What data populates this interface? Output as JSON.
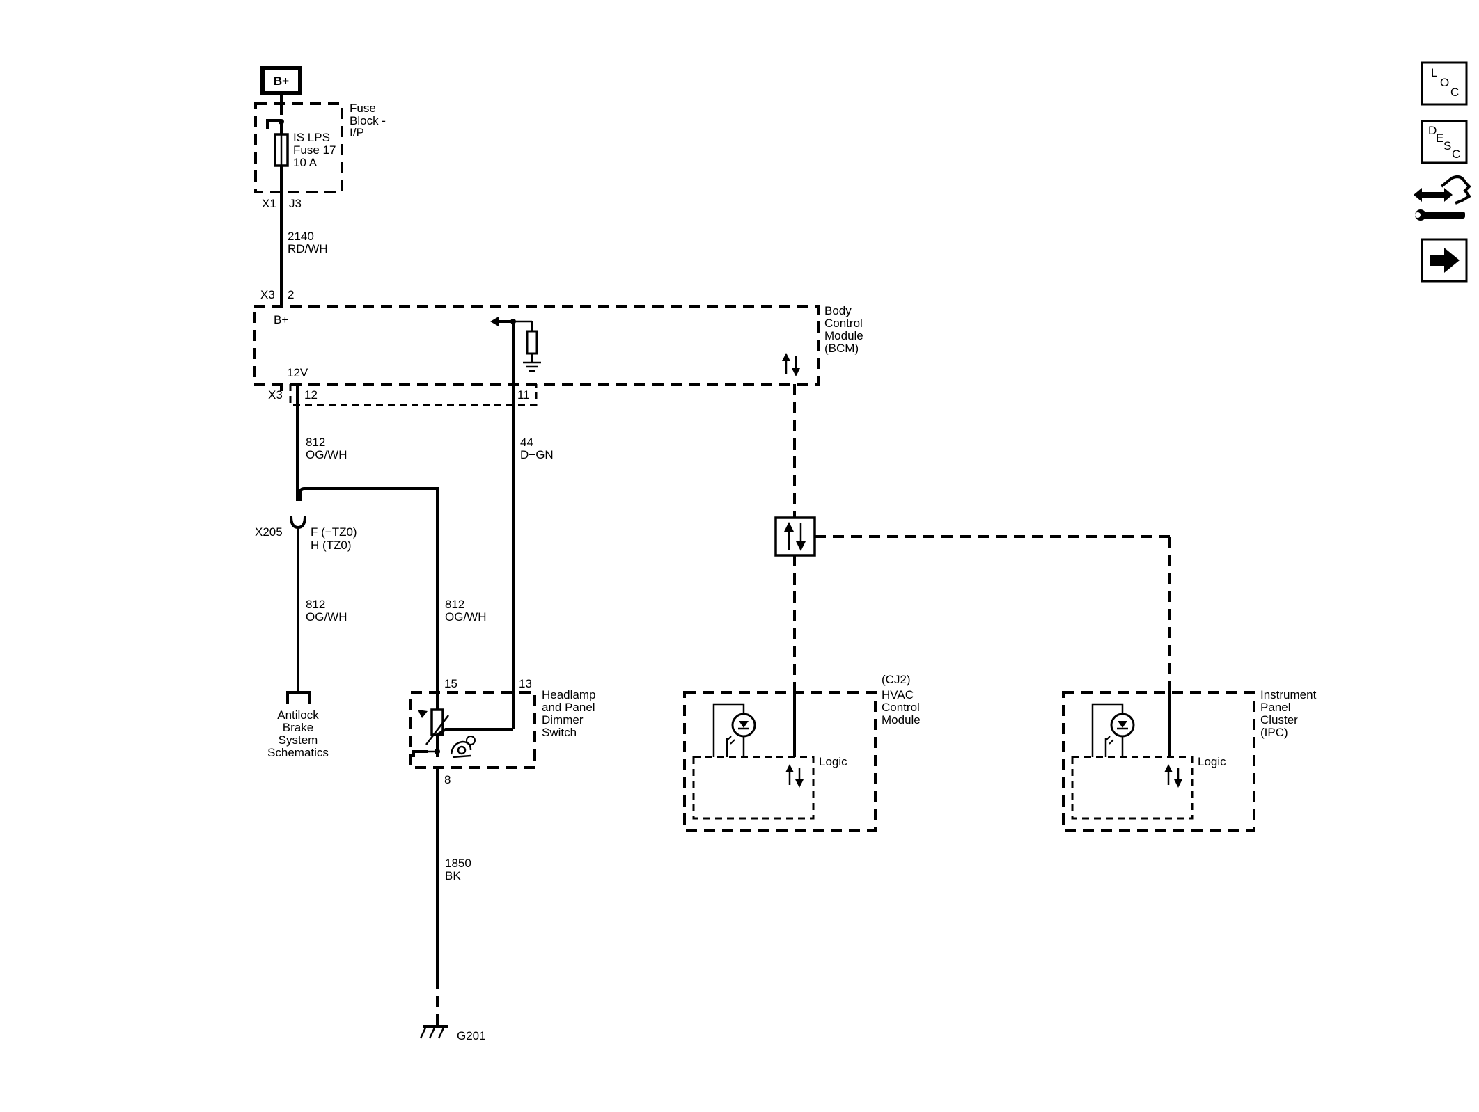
{
  "power": {
    "bplus": "B+"
  },
  "fuse_block": {
    "label": [
      "Fuse",
      "Block -",
      "I/P"
    ],
    "fuse": [
      "IS LPS",
      "Fuse 17",
      "10 A"
    ],
    "connector": "X1",
    "pin": "J3"
  },
  "wire_2140": {
    "circuit": "2140",
    "color": "RD/WH"
  },
  "bcm": {
    "label": [
      "Body",
      "Control",
      "Module",
      "(BCM)"
    ],
    "top_connector": "X3",
    "top_pin": "2",
    "bplus": "B+",
    "v12": "12V",
    "bottom_connector": "X3",
    "pin_12": "12",
    "pin_11": "11"
  },
  "wire_812_a": {
    "circuit": "812",
    "color": "OG/WH"
  },
  "wire_44": {
    "circuit": "44",
    "color": "D−GN"
  },
  "inline_connector": {
    "name": "X205",
    "pin_a": "F (−TZ0)",
    "pin_b": "H (TZ0)"
  },
  "wire_812_b": {
    "circuit": "812",
    "color": "OG/WH"
  },
  "wire_812_c": {
    "circuit": "812",
    "color": "OG/WH"
  },
  "abs_ref": [
    "Antilock",
    "Brake",
    "System",
    "Schematics"
  ],
  "dimmer": {
    "label": [
      "Headlamp",
      "and Panel",
      "Dimmer",
      "Switch"
    ],
    "pin_15": "15",
    "pin_13": "13",
    "pin_8": "8"
  },
  "wire_1850": {
    "circuit": "1850",
    "color": "BK"
  },
  "ground": {
    "name": "G201"
  },
  "hvac": {
    "option": "(CJ2)",
    "label": [
      "HVAC",
      "Control",
      "Module"
    ],
    "logic": "Logic"
  },
  "ipc": {
    "label": [
      "Instrument",
      "Panel",
      "Cluster",
      "(IPC)"
    ],
    "logic": "Logic"
  },
  "side_icons": [
    {
      "name": "loc-icon",
      "letters": [
        "L",
        "O",
        "C"
      ]
    },
    {
      "name": "desc-icon",
      "letters": [
        "D",
        "E",
        "S",
        "C"
      ]
    },
    {
      "name": "connector-repair-icon"
    },
    {
      "name": "next-page-arrow-icon"
    }
  ]
}
